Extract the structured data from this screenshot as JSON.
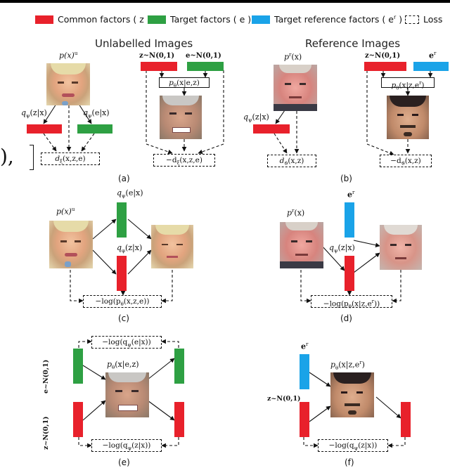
{
  "legend": {
    "common": "Common factors ( z )",
    "target": "Target factors ( e )",
    "reference": "Target reference factors ( e",
    "reference_sup": "r",
    "reference_end": " )",
    "loss": "Loss"
  },
  "titles": {
    "unlabelled": "Unlabelled Images",
    "reference": "Reference Images"
  },
  "labels": {
    "a_px": "p(x)",
    "a_px_sup": "u",
    "a_qz": "q",
    "a_qz_arg": "(z|x)",
    "a_qe": "q",
    "a_qe_arg": "(e|x)",
    "a_z_prior": "z~N(0,1)",
    "a_e_prior": "e~N(0,1)",
    "a_decoder": "p",
    "a_decoder_arg": "(x|e,z)",
    "a_loss1": "d",
    "a_loss1_arg": "(x,z,e)",
    "a_loss2": "−d",
    "a_loss2_arg": "(x,z,e)",
    "b_px": "p",
    "b_px_sup": "r",
    "b_px_arg": "(x)",
    "b_qz": "q",
    "b_qz_arg": "(z|x)",
    "b_z_prior": "z~N(0,1)",
    "b_e": "e",
    "b_e_sup": "r",
    "b_decoder": "p",
    "b_decoder_arg": "(x|z,e",
    "b_decoder_sup": "r",
    "b_decoder_end": ")",
    "b_loss1": "d",
    "b_loss1_arg": "(x,z)",
    "b_loss2": "−d",
    "b_loss2_arg": "(x,z)",
    "c_qe": "q",
    "c_qe_arg": "(e|x)",
    "c_qz": "q",
    "c_qz_arg": "(z|x)",
    "c_px": "p(x)",
    "c_px_sup": "u",
    "c_loss": "−log(p",
    "c_loss_arg": "(x,z,e))",
    "d_px": "p",
    "d_px_sup": "r",
    "d_px_arg": "(x)",
    "d_e": "e",
    "d_e_sup": "r",
    "d_qz": "q",
    "d_qz_arg": "(z|x)",
    "d_loss": "−log(p",
    "d_loss_arg": "(x|z,e",
    "d_loss_sup": "r",
    "d_loss_end": "))",
    "e_loss_top": "−log(q",
    "e_loss_top_arg": "(e|x))",
    "e_prior_e": "e~N(0,1)",
    "e_prior_z": "z~N(0,1)",
    "e_decoder": "p",
    "e_decoder_arg": "(x|e,z)",
    "e_loss_bottom": "−log(q",
    "e_loss_bottom_arg": "(z|x))",
    "f_e": "e",
    "f_e_sup": "r",
    "f_decoder": "p",
    "f_decoder_arg": "(x|z,e",
    "f_decoder_sup": "r",
    "f_decoder_end": ")",
    "f_prior_z": "z~N(0,1)",
    "f_loss": "−log(q",
    "f_loss_arg": "(z|x))",
    "left_fragment": "),"
  },
  "captions": {
    "a": "(a)",
    "b": "(b)",
    "c": "(c)",
    "d": "(d)",
    "e": "(e)",
    "f": "(f)"
  },
  "colors": {
    "common": "#e8212b",
    "target": "#2ea043",
    "reference": "#1aa3e8"
  },
  "icons": [
    "face-woman-photo",
    "face-man-photo",
    "face-old-man-photo",
    "face-young-man-photo"
  ]
}
